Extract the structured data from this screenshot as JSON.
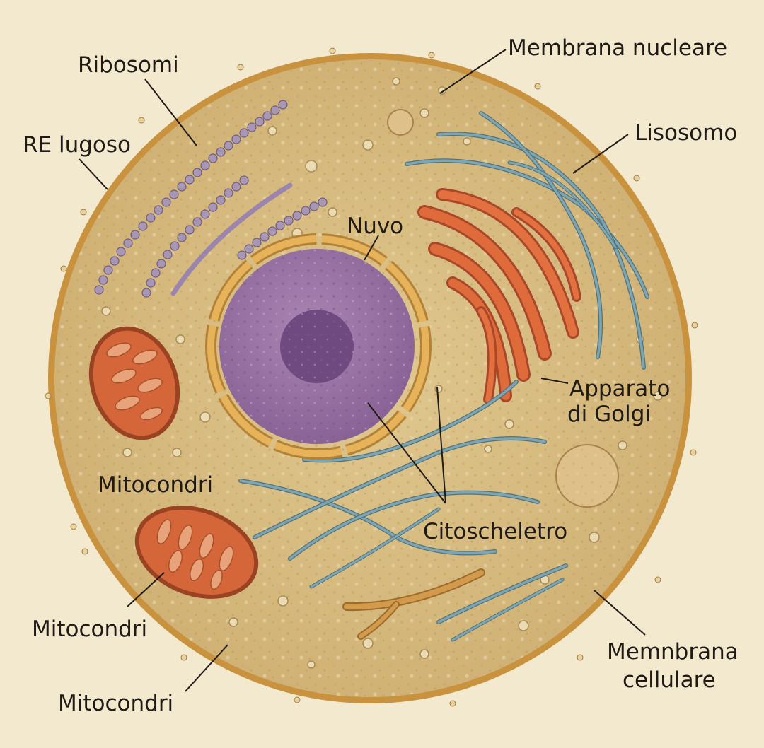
{
  "labels": {
    "ribosomi": "Ribosomi",
    "re_lugoso": "RE lugoso",
    "membrana_nucleare": "Membrana nucleare",
    "lisosomo": "Lisosomo",
    "nuvo": "Nuvo",
    "apparato_line1": "Apparato",
    "apparato_line2": "di Golgi",
    "mitocondri_1": "Mitocondri",
    "citoscheletro": "Citoscheletro",
    "mitocondri_2": "Mitocondri",
    "mitocondri_3": "Mitocondri",
    "membrana_cellulare_line1": "Memnbrana",
    "membrana_cellulare_line2": "cellulare"
  },
  "colors": {
    "background": "#f3e9cf",
    "cytoplasm": "#d9bf84",
    "membrane": "#c9923f",
    "nucleus": "#9b72a6",
    "nucleolus": "#6e4a80",
    "golgi": "#d9663a",
    "mitochondria": "#cf5f30",
    "cytoskeleton": "#6f97a3",
    "ribosome": "#9a8aa6",
    "lysosome": "#ddc08a"
  }
}
